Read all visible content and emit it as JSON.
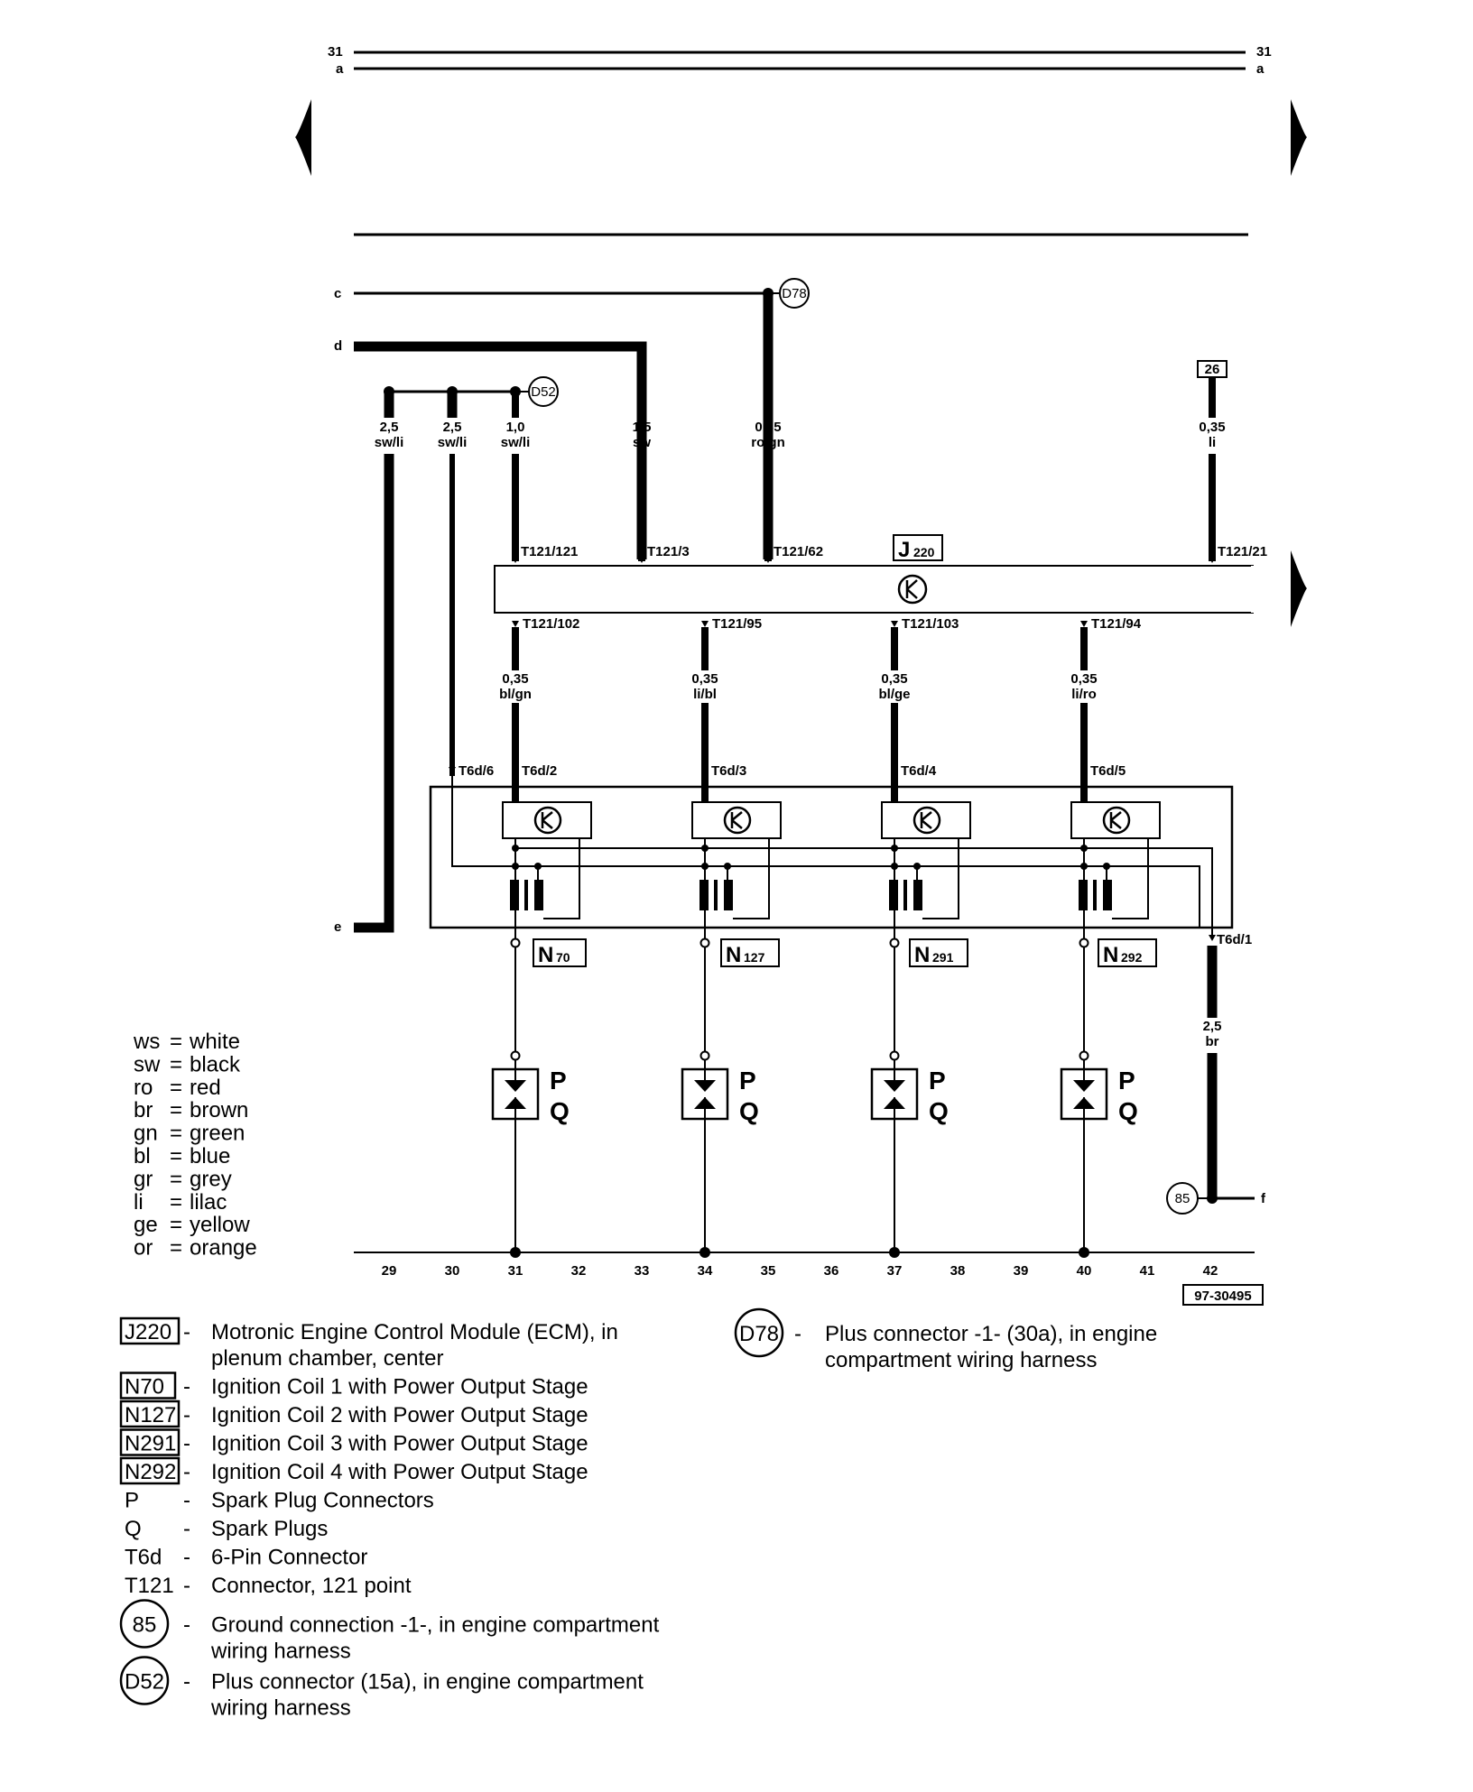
{
  "diagram": {
    "top_rails": [
      {
        "label_left": "31",
        "label_right": "31"
      },
      {
        "label_left": "a",
        "label_right": "a"
      }
    ],
    "terminals": {
      "c": "c",
      "d": "d",
      "e": "e",
      "f": "f"
    },
    "connector_marks": {
      "d78": "D78",
      "d52": "D52",
      "g85": "85",
      "ref26": "26"
    },
    "wires_top": [
      {
        "gauge": "2,5",
        "color": "sw/li"
      },
      {
        "gauge": "2,5",
        "color": "sw/li"
      },
      {
        "gauge": "1,0",
        "color": "sw/li"
      },
      {
        "gauge": "1,5",
        "color": "sw"
      },
      {
        "gauge": "0,35",
        "color": "ro/gn"
      },
      {
        "gauge": "0,35",
        "color": "li"
      }
    ],
    "ecm": {
      "label_main": "J",
      "label_sub": "220",
      "pins_top": [
        "T121/121",
        "T121/3",
        "T121/62",
        "T121/21"
      ],
      "pins_bottom": [
        "T121/102",
        "T121/95",
        "T121/103",
        "T121/94"
      ]
    },
    "wires_mid": [
      {
        "gauge": "0,35",
        "color": "bl/gn"
      },
      {
        "gauge": "0,35",
        "color": "li/bl"
      },
      {
        "gauge": "0,35",
        "color": "bl/ge"
      },
      {
        "gauge": "0,35",
        "color": "li/ro"
      }
    ],
    "t6d_pins": [
      "T6d/6",
      "T6d/2",
      "T6d/3",
      "T6d/4",
      "T6d/5",
      "T6d/1"
    ],
    "coils": [
      {
        "main": "N",
        "sub": "70"
      },
      {
        "main": "N",
        "sub": "127"
      },
      {
        "main": "N",
        "sub": "291"
      },
      {
        "main": "N",
        "sub": "292"
      }
    ],
    "ground_wire": {
      "gauge": "2,5",
      "color": "br"
    },
    "plugs": {
      "p": "P",
      "q": "Q"
    },
    "track_numbers": [
      "29",
      "30",
      "31",
      "32",
      "33",
      "34",
      "35",
      "36",
      "37",
      "38",
      "39",
      "40",
      "41",
      "42"
    ],
    "ref_code": "97-30495"
  },
  "color_legend": [
    {
      "code": "ws",
      "name": "white"
    },
    {
      "code": "sw",
      "name": "black"
    },
    {
      "code": "ro",
      "name": "red"
    },
    {
      "code": "br",
      "name": "brown"
    },
    {
      "code": "gn",
      "name": "green"
    },
    {
      "code": "bl",
      "name": "blue"
    },
    {
      "code": "gr",
      "name": "grey"
    },
    {
      "code": "li",
      "name": "lilac"
    },
    {
      "code": "ge",
      "name": "yellow"
    },
    {
      "code": "or",
      "name": "orange"
    }
  ],
  "component_legend": [
    {
      "code": "J220",
      "boxed": true,
      "circled": false,
      "lines": [
        "Motronic Engine Control Module (ECM), in",
        "plenum chamber, center"
      ]
    },
    {
      "code": "N70",
      "boxed": true,
      "circled": false,
      "lines": [
        "Ignition Coil 1 with Power Output Stage"
      ]
    },
    {
      "code": "N127",
      "boxed": true,
      "circled": false,
      "lines": [
        "Ignition Coil 2 with Power Output Stage"
      ]
    },
    {
      "code": "N291",
      "boxed": true,
      "circled": false,
      "lines": [
        "Ignition Coil 3 with Power Output Stage"
      ]
    },
    {
      "code": "N292",
      "boxed": true,
      "circled": false,
      "lines": [
        "Ignition Coil 4 with Power Output Stage"
      ]
    },
    {
      "code": "P",
      "boxed": false,
      "circled": false,
      "lines": [
        "Spark Plug Connectors"
      ]
    },
    {
      "code": "Q",
      "boxed": false,
      "circled": false,
      "lines": [
        "Spark Plugs"
      ]
    },
    {
      "code": "T6d",
      "boxed": false,
      "circled": false,
      "lines": [
        "6-Pin Connector"
      ]
    },
    {
      "code": "T121",
      "boxed": false,
      "circled": false,
      "lines": [
        "Connector, 121 point"
      ]
    },
    {
      "code": "85",
      "boxed": false,
      "circled": true,
      "lines": [
        "Ground connection -1-, in engine compartment",
        "wiring harness"
      ]
    },
    {
      "code": "D52",
      "boxed": false,
      "circled": true,
      "lines": [
        "Plus connector (15a), in engine compartment",
        "wiring harness"
      ]
    }
  ],
  "component_legend_right": [
    {
      "code": "D78",
      "boxed": false,
      "circled": true,
      "lines": [
        "Plus connector -1- (30a), in engine",
        "compartment wiring harness"
      ]
    }
  ],
  "separator": "-"
}
